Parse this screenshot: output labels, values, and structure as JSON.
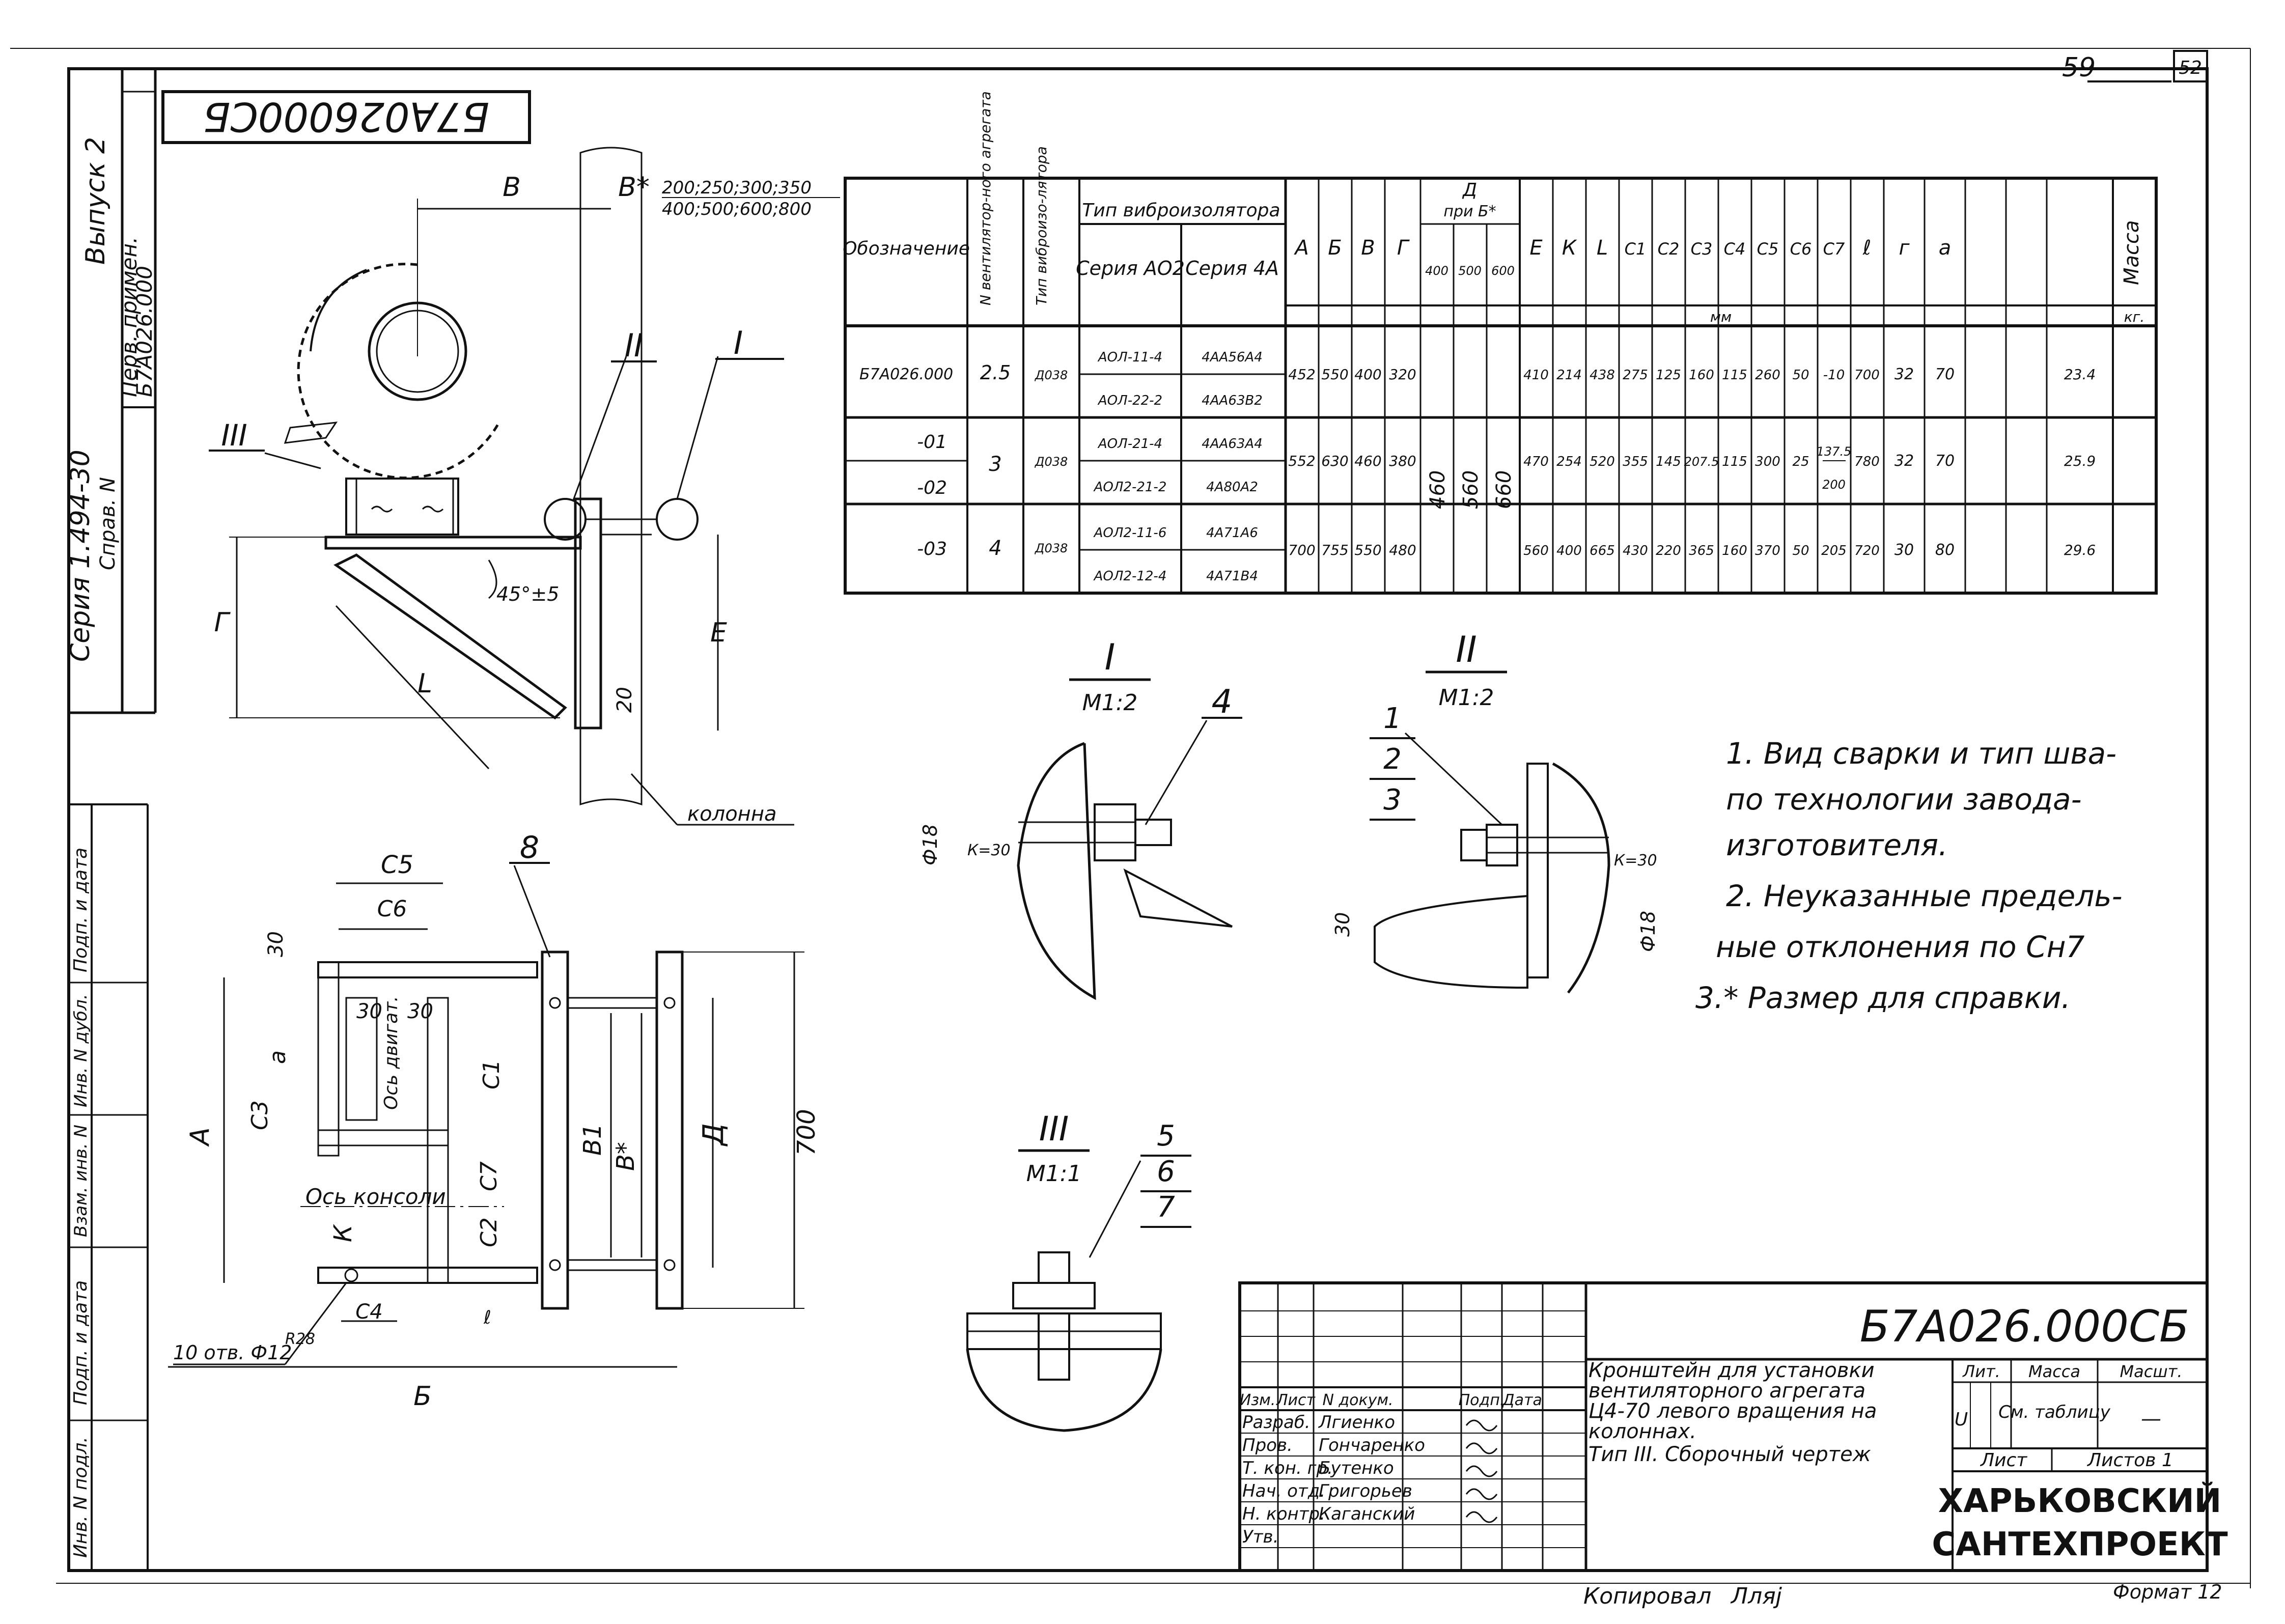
{
  "page_number": "52",
  "sheet_number_corner": "59",
  "stamp_code_rotated": "Б7А026000СБ",
  "side_block": {
    "line1": "Серия 1.494-30",
    "line2": "Выпуск 2",
    "first_use_label": "Перв. примен.",
    "first_use_value": "Б7А026.000",
    "ref_label": "Справ. N"
  },
  "left_strip_labels": [
    "Инв. N подл.",
    "Подп. и дата",
    "Взам. инв. N",
    "Инв. N дубл.",
    "Подп. и дата"
  ],
  "table": {
    "headers": {
      "designation": "Обозначение",
      "fan_number": "N вентилятор-ного агрегата",
      "isolator_type": "Тип виброизо-лятора",
      "vibro_type": "Тип виброизолятора",
      "series_ao2": "Серия АО2",
      "series_4a": "Серия 4А",
      "A": "А",
      "B": "Б",
      "V": "В",
      "G": "Г",
      "D": "Д",
      "D_sub": "при Б*",
      "D_cols": [
        "400",
        "500",
        "600"
      ],
      "E": "Е",
      "K": "К",
      "L": "L",
      "C": [
        "C1",
        "C2",
        "C3",
        "C4",
        "C5",
        "C6",
        "C7"
      ],
      "l": "ℓ",
      "r": "г",
      "a": "а",
      "mass": "Масса",
      "unit_mm": "мм",
      "unit_kg": "кг."
    },
    "rows": [
      {
        "designation": "Б7А026.000",
        "fan": "2.5",
        "iso": "Д038",
        "ao2": [
          "АОЛ-11-4",
          "АОЛ-22-2"
        ],
        "a4": [
          "4АА56А4",
          "4АА63В2"
        ],
        "A": "452",
        "B": "550",
        "V": "400",
        "G": "320",
        "E": "410",
        "K": "214",
        "L": "438",
        "C": [
          "275",
          "125",
          "160",
          "115",
          "260",
          "50",
          "-10"
        ],
        "l": "700",
        "r": "32",
        "a": "70",
        "mass": "23.4"
      },
      {
        "designation": "-01",
        "designation2": "-02",
        "fan": "3",
        "iso": "Д038",
        "ao2": [
          "АОЛ-21-4",
          "АОЛ2-21-2"
        ],
        "a4": [
          "4АА63А4",
          "4А80А2"
        ],
        "A": "552",
        "B": "630",
        "V": "460",
        "G": "380",
        "E": "470",
        "K": "254",
        "L": "520",
        "C": [
          "355",
          "145",
          "207.5",
          "115",
          "300",
          "25",
          "137.5"
        ],
        "C7b": "200",
        "l": "780",
        "r": "32",
        "a": "70",
        "mass": "25.9"
      },
      {
        "designation": "-03",
        "fan": "4",
        "iso": "Д038",
        "ao2": [
          "АОЛ2-11-6",
          "АОЛ2-12-4"
        ],
        "a4": [
          "4А71А6",
          "4А71В4"
        ],
        "A": "700",
        "B": "755",
        "V": "550",
        "G": "480",
        "E": "560",
        "K": "400",
        "L": "665",
        "C": [
          "430",
          "220",
          "365",
          "160",
          "370",
          "50",
          "205"
        ],
        "l": "720",
        "r": "30",
        "a": "80",
        "mass": "29.6"
      }
    ],
    "D_values": [
      "460",
      "560",
      "660"
    ]
  },
  "view_labels": {
    "B": "В",
    "B_star": "В*",
    "sizes": "200;250;300;350",
    "sizes2": "400;500;600;800",
    "roman1": "I",
    "roman2": "II",
    "roman3": "III",
    "G": "Г",
    "L": "L",
    "E": "Е",
    "angle": "45°±5",
    "twenty": "20",
    "column": "колонна"
  },
  "plan_labels": {
    "C5": "C5",
    "C6": "C6",
    "eight": "8",
    "thirty": "30",
    "axis_motor": "Ось двигат.",
    "C1": "C1",
    "C3": "C3",
    "a": "а",
    "A": "А",
    "axis_console": "Ось консоли",
    "C7": "C7",
    "C2": "C2",
    "K": "К",
    "C4": "C4",
    "B1": "В1",
    "Bstar": "В*",
    "D": "Д",
    "h700": "700",
    "holes": "10 отв. Ф12",
    "r": "R28",
    "B": "Б",
    "l": "ℓ"
  },
  "details": {
    "d1_title": "I",
    "d1_scale": "М1:2",
    "d1_callout": "4",
    "d1_phi": "Ф18",
    "d1_k": "К=30",
    "d2_title": "II",
    "d2_scale": "М1:2",
    "d2_callouts": [
      "1",
      "2",
      "3"
    ],
    "d2_thirty": "30",
    "d2_phi": "Ф18",
    "d2_k": "К=30",
    "d3_title": "III",
    "d3_scale": "М1:1",
    "d3_callouts": [
      "5",
      "6",
      "7"
    ]
  },
  "notes": [
    "1. Вид сварки и тип шва-",
    "по технологии завода-",
    "изготовителя.",
    "2. Неуказанные предель-",
    "ные отклонения по Сн7",
    "3.* Размер для справки."
  ],
  "title_block": {
    "code": "Б7А026.000СБ",
    "title_lines": [
      "Кронштейн для установки",
      "вентиляторного агрегата",
      "Ц4-70 левого вращения на",
      "колоннах.",
      "Тип III. Сборочный чертеж"
    ],
    "col_heads": [
      "Изм.",
      "Лист",
      "N докум.",
      "Подп.",
      "Дата"
    ],
    "roles": [
      "Разраб.",
      "Пров.",
      "Т. кон. гр.",
      "Нач. отд.",
      "Н. контр.",
      "Утв."
    ],
    "names": [
      "Лгиенко",
      "Гончаренко",
      "Бутенко",
      "Григорьев",
      "Каганский",
      ""
    ],
    "lit": "Лит.",
    "mass": "Масса",
    "scale": "Масшт.",
    "lit_value": "U",
    "mass_value": "См. таблицу",
    "scale_value": "—",
    "sheet": "Лист",
    "sheets": "Листов 1",
    "org1": "ХАРЬКОВСКИЙ",
    "org2": "САНТЕХПРОЕКТ"
  },
  "copied": "Копировал",
  "copier": "Лляj",
  "format": "Формат 12"
}
